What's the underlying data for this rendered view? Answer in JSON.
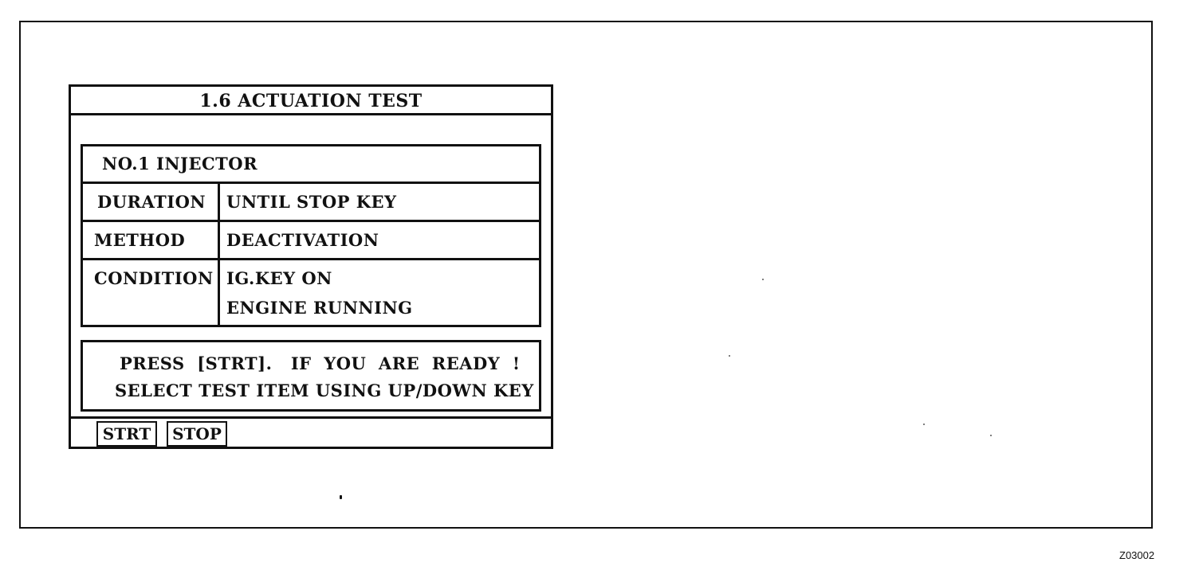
{
  "screen": {
    "title": "1.6 ACTUATION TEST",
    "item": {
      "name": "NO.1  INJECTOR",
      "rows": [
        {
          "label": "DURATION",
          "value": "UNTIL  STOP  KEY"
        },
        {
          "label": "METHOD",
          "value": "DEACTIVATION"
        },
        {
          "label": "CONDITION",
          "values": [
            "IG.KEY  ON",
            "ENGINE  RUNNING"
          ]
        }
      ]
    },
    "message": {
      "line1": "PRESS  [STRT].   IF  YOU  ARE  READY  !",
      "line2": "SELECT TEST ITEM USING UP/DOWN KEY"
    },
    "softkeys": {
      "start_label": "STRT",
      "stop_label": "STOP"
    }
  },
  "figure_id": "Z03002"
}
